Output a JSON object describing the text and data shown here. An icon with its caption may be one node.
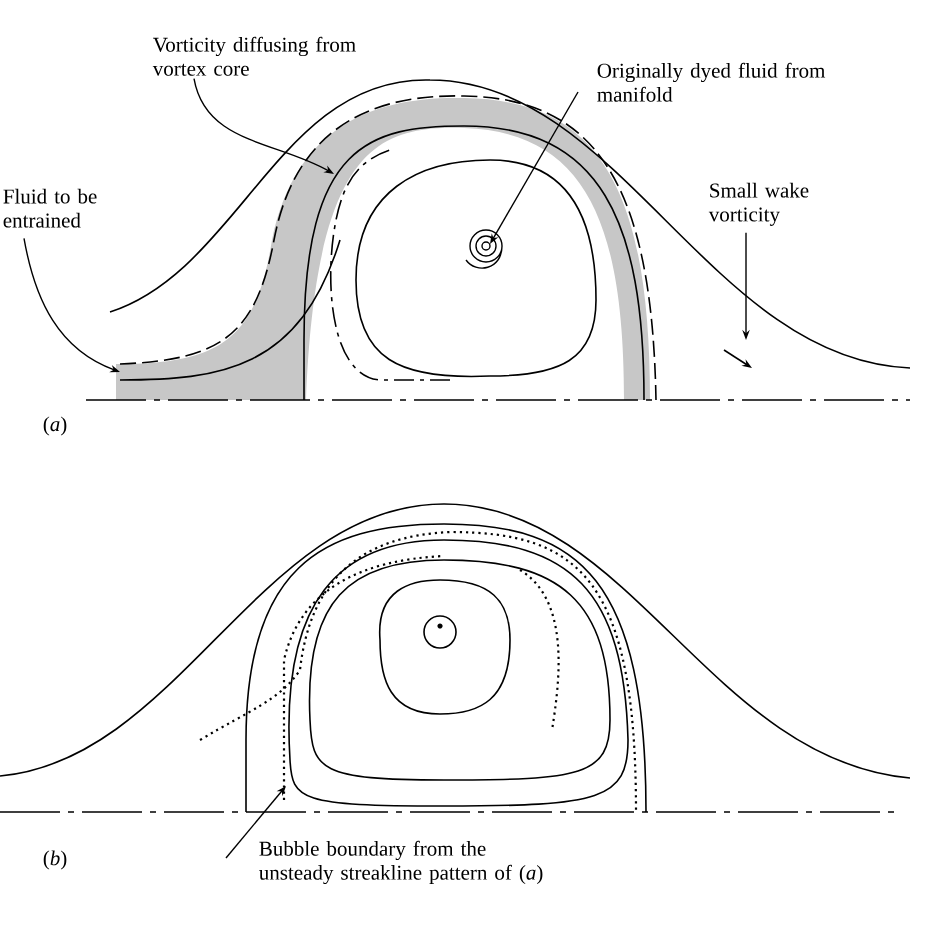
{
  "diagram": {
    "nodes": [
      {
        "text": [
          "Vorticity diffusing from vortex core"
        ]
      },
      {
        "text": [
          "Originally dyed fluid from manifold"
        ]
      },
      {
        "text": [
          "Fluid to be entrained"
        ]
      },
      {
        "text": [
          "Small wake vorticity"
        ]
      },
      {
        "text": [
          "Bubble boundary from the unsteady streakline pattern of (*a*)"
        ]
      }
    ],
    "edges": [
      {
        "from": 0,
        "to": null,
        "arrow": "to"
      },
      {
        "from": 1,
        "to": null,
        "arrow": "to"
      },
      {
        "from": 2,
        "to": null,
        "arrow": "to"
      },
      {
        "from": 3,
        "to": null,
        "arrow": "to"
      },
      {
        "from": 4,
        "to": null,
        "arrow": "to"
      }
    ],
    "labels": [
      "(*a*)",
      "(*b*)"
    ]
  }
}
